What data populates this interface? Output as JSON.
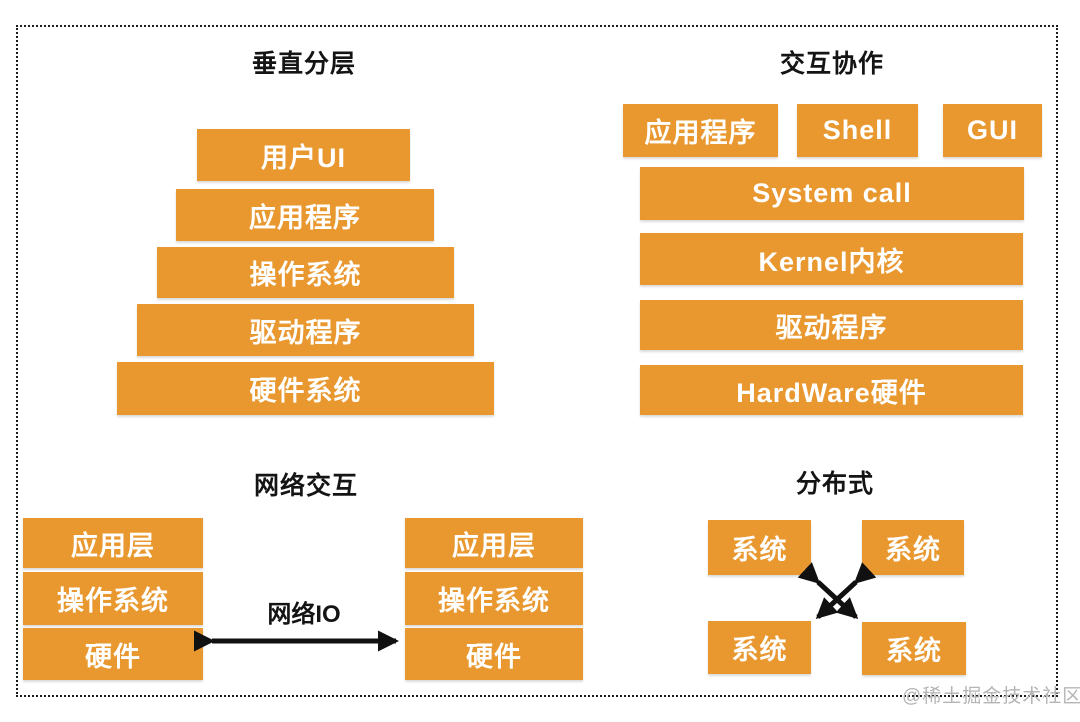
{
  "colors": {
    "accent_orange": "#E9982F",
    "border": "#1B1B1B",
    "arrow": "#111111",
    "box_text": "#FFFFFF",
    "watermark_gray": "#B4B4B4"
  },
  "sections": {
    "vertical_layering": {
      "title": "垂直分层",
      "layers": [
        "用户UI",
        "应用程序",
        "操作系统",
        "驱动程序",
        "硬件系统"
      ]
    },
    "interactive_collaboration": {
      "title": "交互协作",
      "top_row": [
        "应用程序",
        "Shell",
        "GUI"
      ],
      "layers": [
        "System call",
        "Kernel内核",
        "驱动程序",
        "HardWare硬件"
      ]
    },
    "network_interaction": {
      "title": "网络交互",
      "left_stack": [
        "应用层",
        "操作系统",
        "硬件"
      ],
      "right_stack": [
        "应用层",
        "操作系统",
        "硬件"
      ],
      "link_label": "网络IO"
    },
    "distributed": {
      "title": "分布式",
      "nodes": [
        "系统",
        "系统",
        "系统",
        "系统"
      ]
    }
  },
  "watermark": "@稀土掘金技术社区"
}
